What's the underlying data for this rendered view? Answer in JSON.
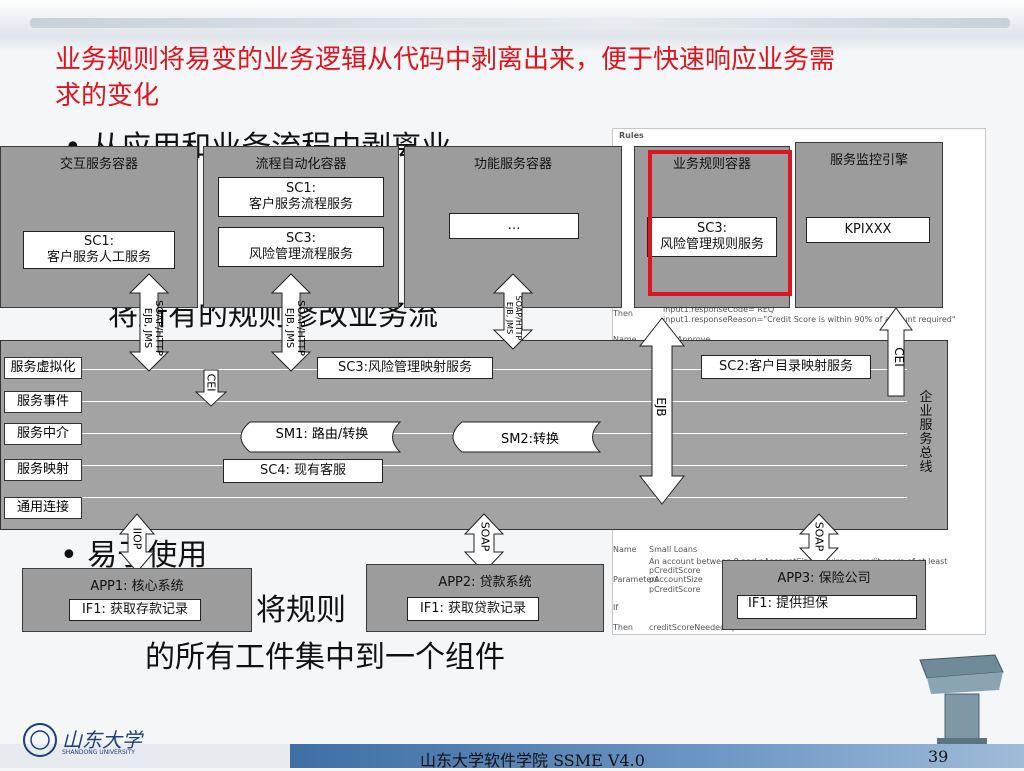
{
  "slide": {
    "title": "业务规则将易变的业务逻辑从代码中剥离出来，便于快速响应业务需求的变化",
    "bg_bullets": [
      "从应用和业务流程中剥离业",
      "将所有的规则修改业务流",
      "易于使用",
      "将规则"
    ],
    "bg_line_last": "的所有工件集中到一个组件",
    "footer": "山东大学软件学院    SSME V4.0",
    "page_number": "39",
    "university_logo_text": "山东大学",
    "university_logo_en": "SHANDONG UNIVERSITY"
  },
  "containers": {
    "interaction": {
      "title": "交互服务容器",
      "sc1": "SC1:\n客户服务人工服务"
    },
    "process": {
      "title": "流程自动化容器",
      "sc1": "SC1:\n客户服务流程服务",
      "sc3": "SC3:\n风险管理流程服务"
    },
    "function": {
      "title": "功能服务容器",
      "item": "…"
    },
    "rules": {
      "title": "业务规则容器",
      "sc3": "SC3:\n风险管理规则服务"
    },
    "monitor": {
      "title": "服务监控引擎",
      "item": "KPIXXX"
    }
  },
  "connectors": {
    "soap1": "SOAP/HTTP\nEJB, JMS",
    "soap2": "SOAP/HTTP\nEJB, JMS",
    "soap3": "SOAP/HTTP\nEJB, JMS",
    "cei1": "CEI",
    "cei2": "CEI",
    "ejb": "EJB",
    "iiop": "IIOP",
    "soap_app2": "SOAP",
    "soap_app3": "SOAP"
  },
  "esb": {
    "label": "企业服务总线",
    "layers": [
      "服务虚拟化",
      "服务事件",
      "服务中介",
      "服务映射",
      "通用连接"
    ],
    "sc3_map": "SC3:风险管理映射服务",
    "sc2_map": "SC2:客户目录映射服务",
    "sm1": "SM1: 路由/转换",
    "sm2": "SM2:转换",
    "sc4": "SC4: 现有客服"
  },
  "apps": [
    {
      "title": "APP1: 核心系统",
      "if": "IF1: 获取存款记录"
    },
    {
      "title": "APP2: 贷款系统",
      "if": "IF1: 获取贷款记录"
    },
    {
      "title": "APP3: 保险公司",
      "if": "IF1: 提供担保"
    }
  ],
  "rules_panel": {
    "header": "Rules",
    "then_label": "Then",
    "name_label": "Name",
    "name_value": "Approve",
    "line1": "input1.responseCode= REQ",
    "line2": "input1.responseReason=\"Credit Score is within 90% of amount required\"",
    "loans_name": "Small Loans",
    "loans_desc": "An account between 0 and pAccountSize requires a credit score of at least pCreditScore",
    "params_label": "Parameters",
    "param1": "pAccountSize",
    "param2": "pCreditScore",
    "if_label": "If",
    "then2": "creditScoreNeeded=pCreditScore"
  },
  "colors": {
    "title": "#e0141e",
    "highlight": "#e0141e",
    "box": "#9c9c9c"
  }
}
